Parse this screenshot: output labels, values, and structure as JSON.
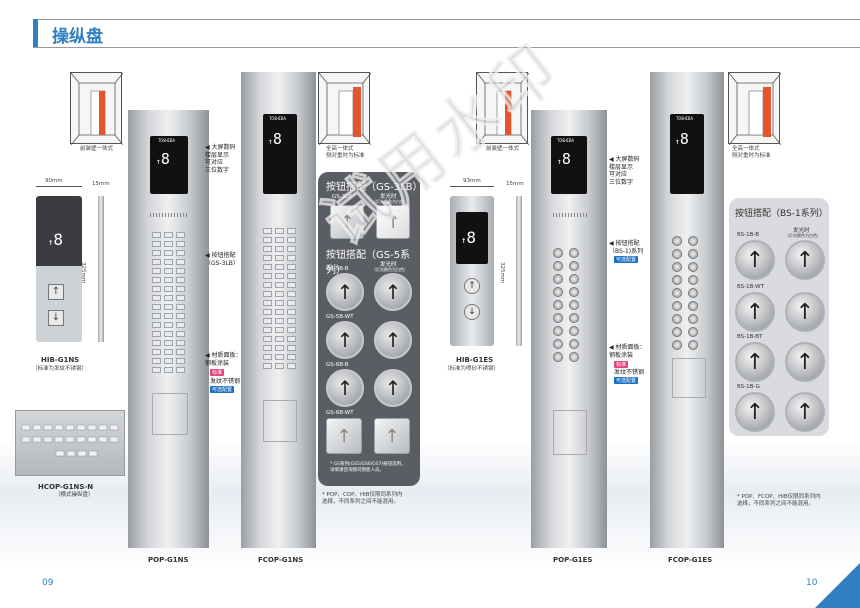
{
  "page": {
    "title": "操纵盘",
    "page_left": "09",
    "page_right": "10",
    "watermark": "试用水印"
  },
  "left": {
    "car_caption": "前装壁一体式",
    "car_caption2": "全高一体式\n侧对重时为标准",
    "hib_width": "90mm",
    "hib_depth": "15mm",
    "hib_height": "325mm",
    "hib_name": "HIB-G1NS",
    "hib_sub": "（标准为发纹不锈钢）",
    "hcop_name": "HCOP-G1NS-N",
    "hcop_sub": "（横式操纵盘）",
    "pop_name": "POP-G1NS",
    "fcop_name": "FCOP-G1NS",
    "display_floor": "8",
    "brand": "TOSHIBA",
    "note1": "大屏数码\n楼层显示\n可对应\n三位数字",
    "note2": "按钮搭配\n（GS-3LB）",
    "note3": "材质面板：\n钢板涂装",
    "note3_tag": "标准",
    "note4": "发纹不锈钢",
    "note4_tag": "可选配置"
  },
  "gs_card": {
    "title1": "按钮搭配（GS-3LB）",
    "label_3lb": "GS-3LB",
    "lit_header": "发光时",
    "lit_sub": "（灯光颜色为白色）",
    "title2": "按钮搭配（GS-5系列）",
    "lit_header2": "发光时",
    "lit_sub2": "（灯光颜色为白色）",
    "rows": [
      "GS-5B-B",
      "GS-5B-WT",
      "GS-6B-B",
      "GS-6B-WT"
    ],
    "footnote": "* GS系列(GS5/GS6/GS7)按钮选用，\n详情请咨询我司销售人员。",
    "footnote2": "* POP、COP、HIB仅限同系列内\n选择，不同系列之间不能混用。"
  },
  "right": {
    "car_caption": "前装壁一体式",
    "car_caption2": "全高一体式\n侧对重时为标准",
    "hib_width": "93mm",
    "hib_depth": "15mm",
    "hib_height": "325mm",
    "hib_name": "HIB-G1ES",
    "hib_sub": "（标准为喷砂不锈钢）",
    "pop_name": "POP-G1ES",
    "fcop_name": "FCOP-G1ES",
    "display_floor": "8",
    "brand": "TOSHIBA",
    "note1": "大屏数码\n楼层显示\n可对应\n三位数字",
    "note2": "按钮搭配\n（BS-1)系列",
    "note2_tag": "可选配置",
    "note3": "材质面板：\n钢板涂装",
    "note3_tag": "标准",
    "note4": "发纹不锈钢",
    "note4_tag": "可选配置"
  },
  "bs_card": {
    "title": "按钮搭配（BS-1系列）",
    "lit_header": "发光时",
    "lit_sub": "（灯光颜色为白色）",
    "rows": [
      "BS-1B-B",
      "BS-1B-WT",
      "BS-1B-BT",
      "BS-1B-G"
    ],
    "footnote": "* POP、FCOP、HIB仅限同系列内\n选择，不同系列之间不能混用。"
  },
  "colors": {
    "accent": "#2f7fc1",
    "card_dark": "#5a5d63",
    "tag_blue": "#1b6fc4",
    "tag_pink": "#e0457b"
  }
}
